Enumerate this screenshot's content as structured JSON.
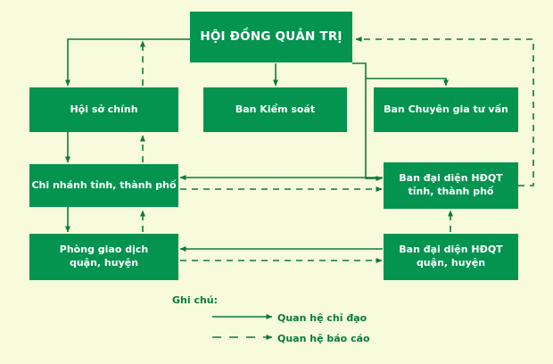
{
  "diagram": {
    "title_node": "HỘI ĐỒNG QUẢN TRỊ",
    "colors": {
      "background": "#f7fbdc",
      "node_fill": "#049450",
      "node_text": "#ffffff",
      "line": "#0a7a3c",
      "legend_text": "#0a7a3c"
    },
    "nodes": [
      {
        "id": "board",
        "label": "HỘI ĐỒNG QUẢN TRỊ"
      },
      {
        "id": "hq",
        "label": "Hội sở chính"
      },
      {
        "id": "supervisory",
        "label": "Ban Kiểm soát"
      },
      {
        "id": "advisory",
        "label": "Ban Chuyên gia tư vấn"
      },
      {
        "id": "branch",
        "label": "Chi nhánh tỉnh, thành phố"
      },
      {
        "id": "rep_prov",
        "label": "Ban đại diện HĐQT\ntỉnh, thành phố"
      },
      {
        "id": "transaction",
        "label": "Phòng giao dịch\nquận, huyện"
      },
      {
        "id": "rep_dist",
        "label": "Ban đại diện HĐQT\nquận, huyện"
      }
    ],
    "legend": {
      "title": "Ghi chú:",
      "items": [
        {
          "style": "solid",
          "label": "Quan hệ chỉ đạo"
        },
        {
          "style": "dashed",
          "label": "Quan hệ báo cáo"
        }
      ]
    },
    "edges": [
      {
        "from": "board",
        "to": "hq",
        "style": "solid",
        "relation": "Quan hệ chỉ đạo"
      },
      {
        "from": "board",
        "to": "supervisory",
        "style": "solid",
        "relation": "Quan hệ chỉ đạo"
      },
      {
        "from": "board",
        "to": "advisory",
        "style": "solid",
        "relation": "Quan hệ chỉ đạo"
      },
      {
        "from": "board",
        "to": "rep_prov",
        "style": "solid",
        "relation": "Quan hệ chỉ đạo"
      },
      {
        "from": "hq",
        "to": "branch",
        "style": "solid",
        "relation": "Quan hệ chỉ đạo"
      },
      {
        "from": "branch",
        "to": "transaction",
        "style": "solid",
        "relation": "Quan hệ chỉ đạo"
      },
      {
        "from": "rep_prov",
        "to": "branch",
        "style": "solid",
        "relation": "Quan hệ chỉ đạo"
      },
      {
        "from": "rep_dist",
        "to": "transaction",
        "style": "solid",
        "relation": "Quan hệ chỉ đạo"
      },
      {
        "from": "hq",
        "to": "board",
        "style": "dashed",
        "relation": "Quan hệ báo cáo"
      },
      {
        "from": "branch",
        "to": "hq",
        "style": "dashed",
        "relation": "Quan hệ báo cáo"
      },
      {
        "from": "transaction",
        "to": "branch",
        "style": "dashed",
        "relation": "Quan hệ báo cáo"
      },
      {
        "from": "branch",
        "to": "rep_prov",
        "style": "dashed",
        "relation": "Quan hệ báo cáo"
      },
      {
        "from": "transaction",
        "to": "rep_dist",
        "style": "dashed",
        "relation": "Quan hệ báo cáo"
      },
      {
        "from": "rep_dist",
        "to": "rep_prov",
        "style": "dashed",
        "relation": "Quan hệ báo cáo"
      },
      {
        "from": "rep_prov",
        "to": "board",
        "style": "dashed",
        "relation": "Quan hệ báo cáo"
      }
    ]
  }
}
